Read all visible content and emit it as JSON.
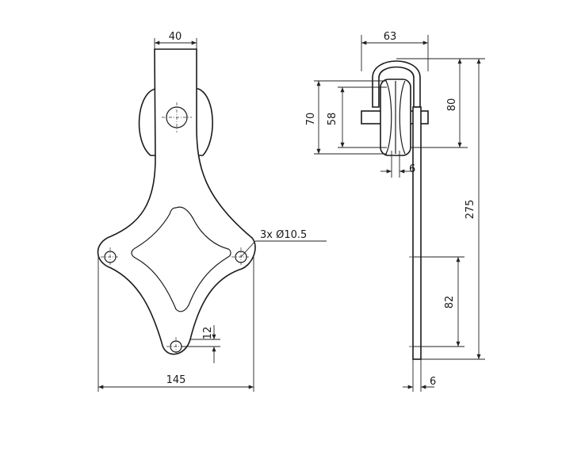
{
  "drawing": {
    "front_view": {
      "dim_top_width": "40",
      "dim_hole_callout": "3x Ø10.5",
      "dim_hole_offset": "12",
      "dim_overall_width": "145"
    },
    "side_view": {
      "dim_top_width": "63",
      "dim_wheel_outer": "70",
      "dim_wheel_groove": "58",
      "dim_wheel_height": "80",
      "dim_groove_width": "6",
      "dim_overall_height": "275",
      "dim_hole_spacing": "82",
      "dim_plate_thickness": "6"
    }
  }
}
